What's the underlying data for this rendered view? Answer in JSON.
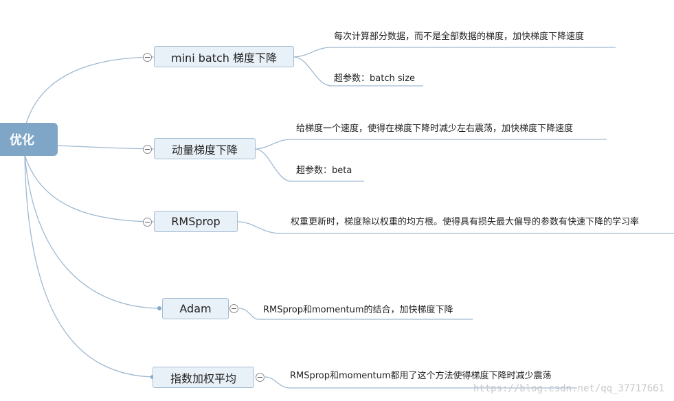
{
  "root": {
    "label": "优化"
  },
  "branches": [
    {
      "label": "mini batch 梯度下降",
      "details": [
        "每次计算部分数据，而不是全部数据的梯度，加快梯度下降速度",
        "超参数：batch size"
      ]
    },
    {
      "label": "动量梯度下降",
      "details": [
        "给梯度一个速度，使得在梯度下降时减少左右震荡，加快梯度下降速度",
        "超参数：beta"
      ]
    },
    {
      "label": "RMSprop",
      "details": [
        "权重更新时，梯度除以权重的均方根。使得具有损失最大偏导的参数有快速下降的学习率"
      ]
    },
    {
      "label": "Adam",
      "details": [
        "RMSprop和momentum的结合，加快梯度下降"
      ]
    },
    {
      "label": "指数加权平均",
      "details": [
        "RMSprop和momentum都用了这个方法使得梯度下降时减少震荡"
      ]
    }
  ],
  "watermark": "https://blog.csdn.net/qq_37717661",
  "colors": {
    "root_fill": "#7fa6c7",
    "node_fill": "#e9f1f8",
    "node_border": "#a4bdd3",
    "line": "#9fb9d1"
  }
}
